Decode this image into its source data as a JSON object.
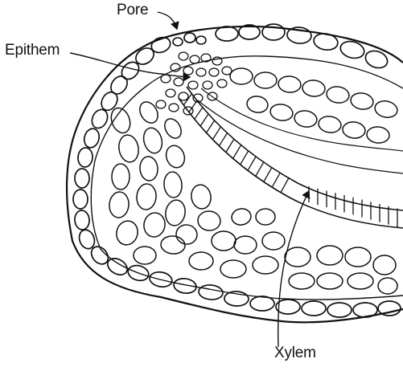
{
  "figure": {
    "labels": {
      "pore": "Pore",
      "epithem": "Epithem",
      "xylem": "Xylem"
    }
  },
  "colors": {
    "ink": "#111111",
    "background": "#ffffff"
  }
}
